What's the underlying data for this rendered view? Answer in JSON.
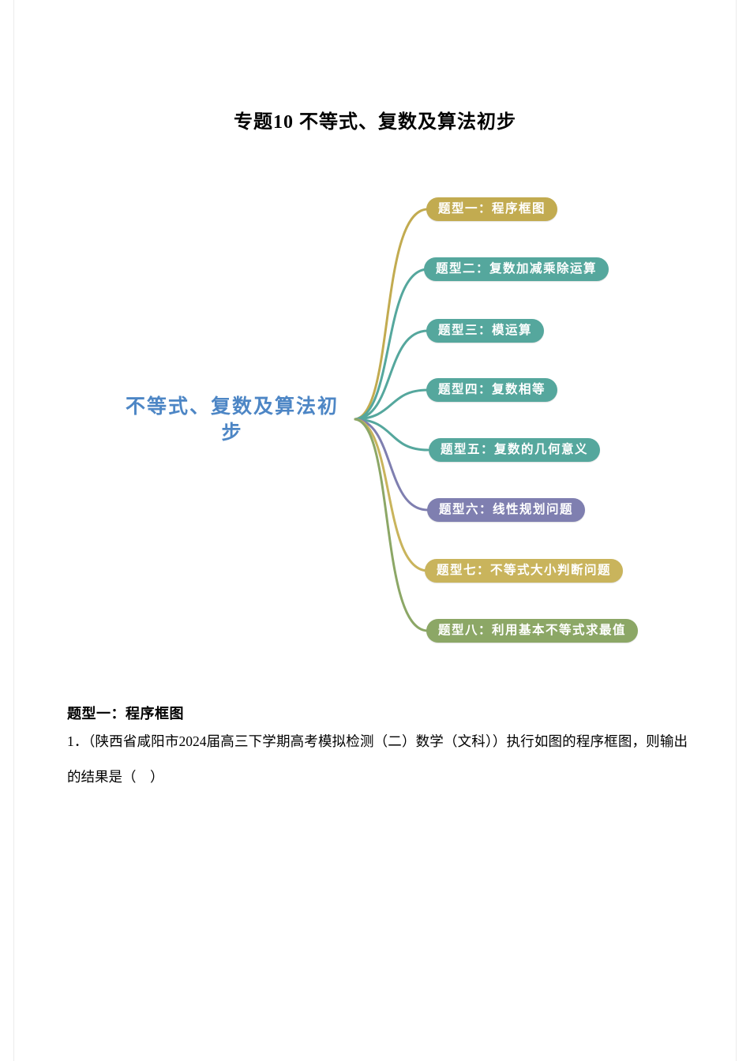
{
  "doc": {
    "title": "专题10 不等式、复数及算法初步"
  },
  "mindmap": {
    "root": {
      "label": "不等式、复数及算法初步",
      "color": "#4d86c5"
    },
    "branches": [
      {
        "label": "题型一：程序框图",
        "color": "#c2ab50"
      },
      {
        "label": "题型二：复数加减乘除运算",
        "color": "#55a79d"
      },
      {
        "label": "题型三：模运算",
        "color": "#55a79d"
      },
      {
        "label": "题型四：复数相等",
        "color": "#55a79d"
      },
      {
        "label": "题型五：复数的几何意义",
        "color": "#55a79d"
      },
      {
        "label": "题型六：线性规划问题",
        "color": "#7f7fb0"
      },
      {
        "label": "题型七：不等式大小判断问题",
        "color": "#c9b45c"
      },
      {
        "label": "题型八：利用基本不等式求最值",
        "color": "#8ca766"
      }
    ]
  },
  "section": {
    "heading": "题型一：程序框图",
    "question": "1．（陕西省咸阳市2024届高三下学期高考模拟检测（二）数学（文科））执行如图的程序框图，则输出的结果是（　）"
  }
}
